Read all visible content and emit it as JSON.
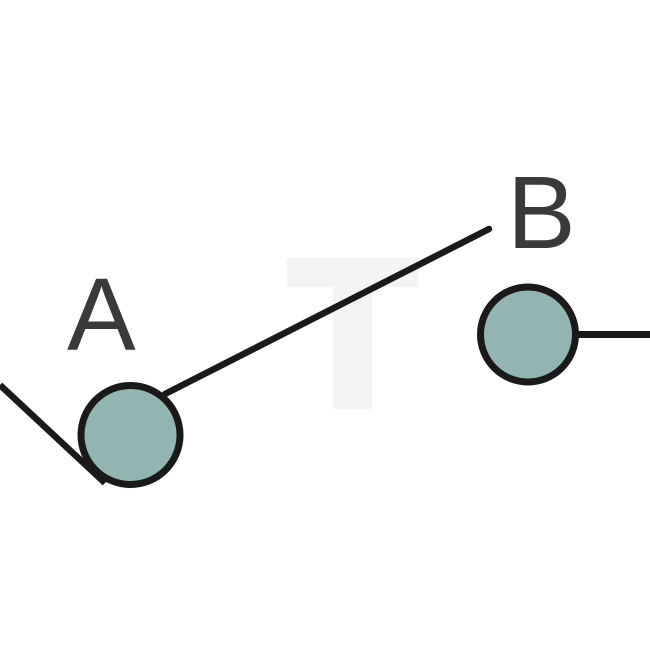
{
  "diagram": {
    "labels": {
      "position_a": "A",
      "position_b": "B"
    },
    "watermark": {
      "text": "T",
      "color": "#f4f4f4"
    },
    "colors": {
      "background": "#ffffff",
      "line": "#1a1a1a",
      "terminal_fill": "#93b5b2",
      "label_text": "#3a3a3a"
    }
  }
}
